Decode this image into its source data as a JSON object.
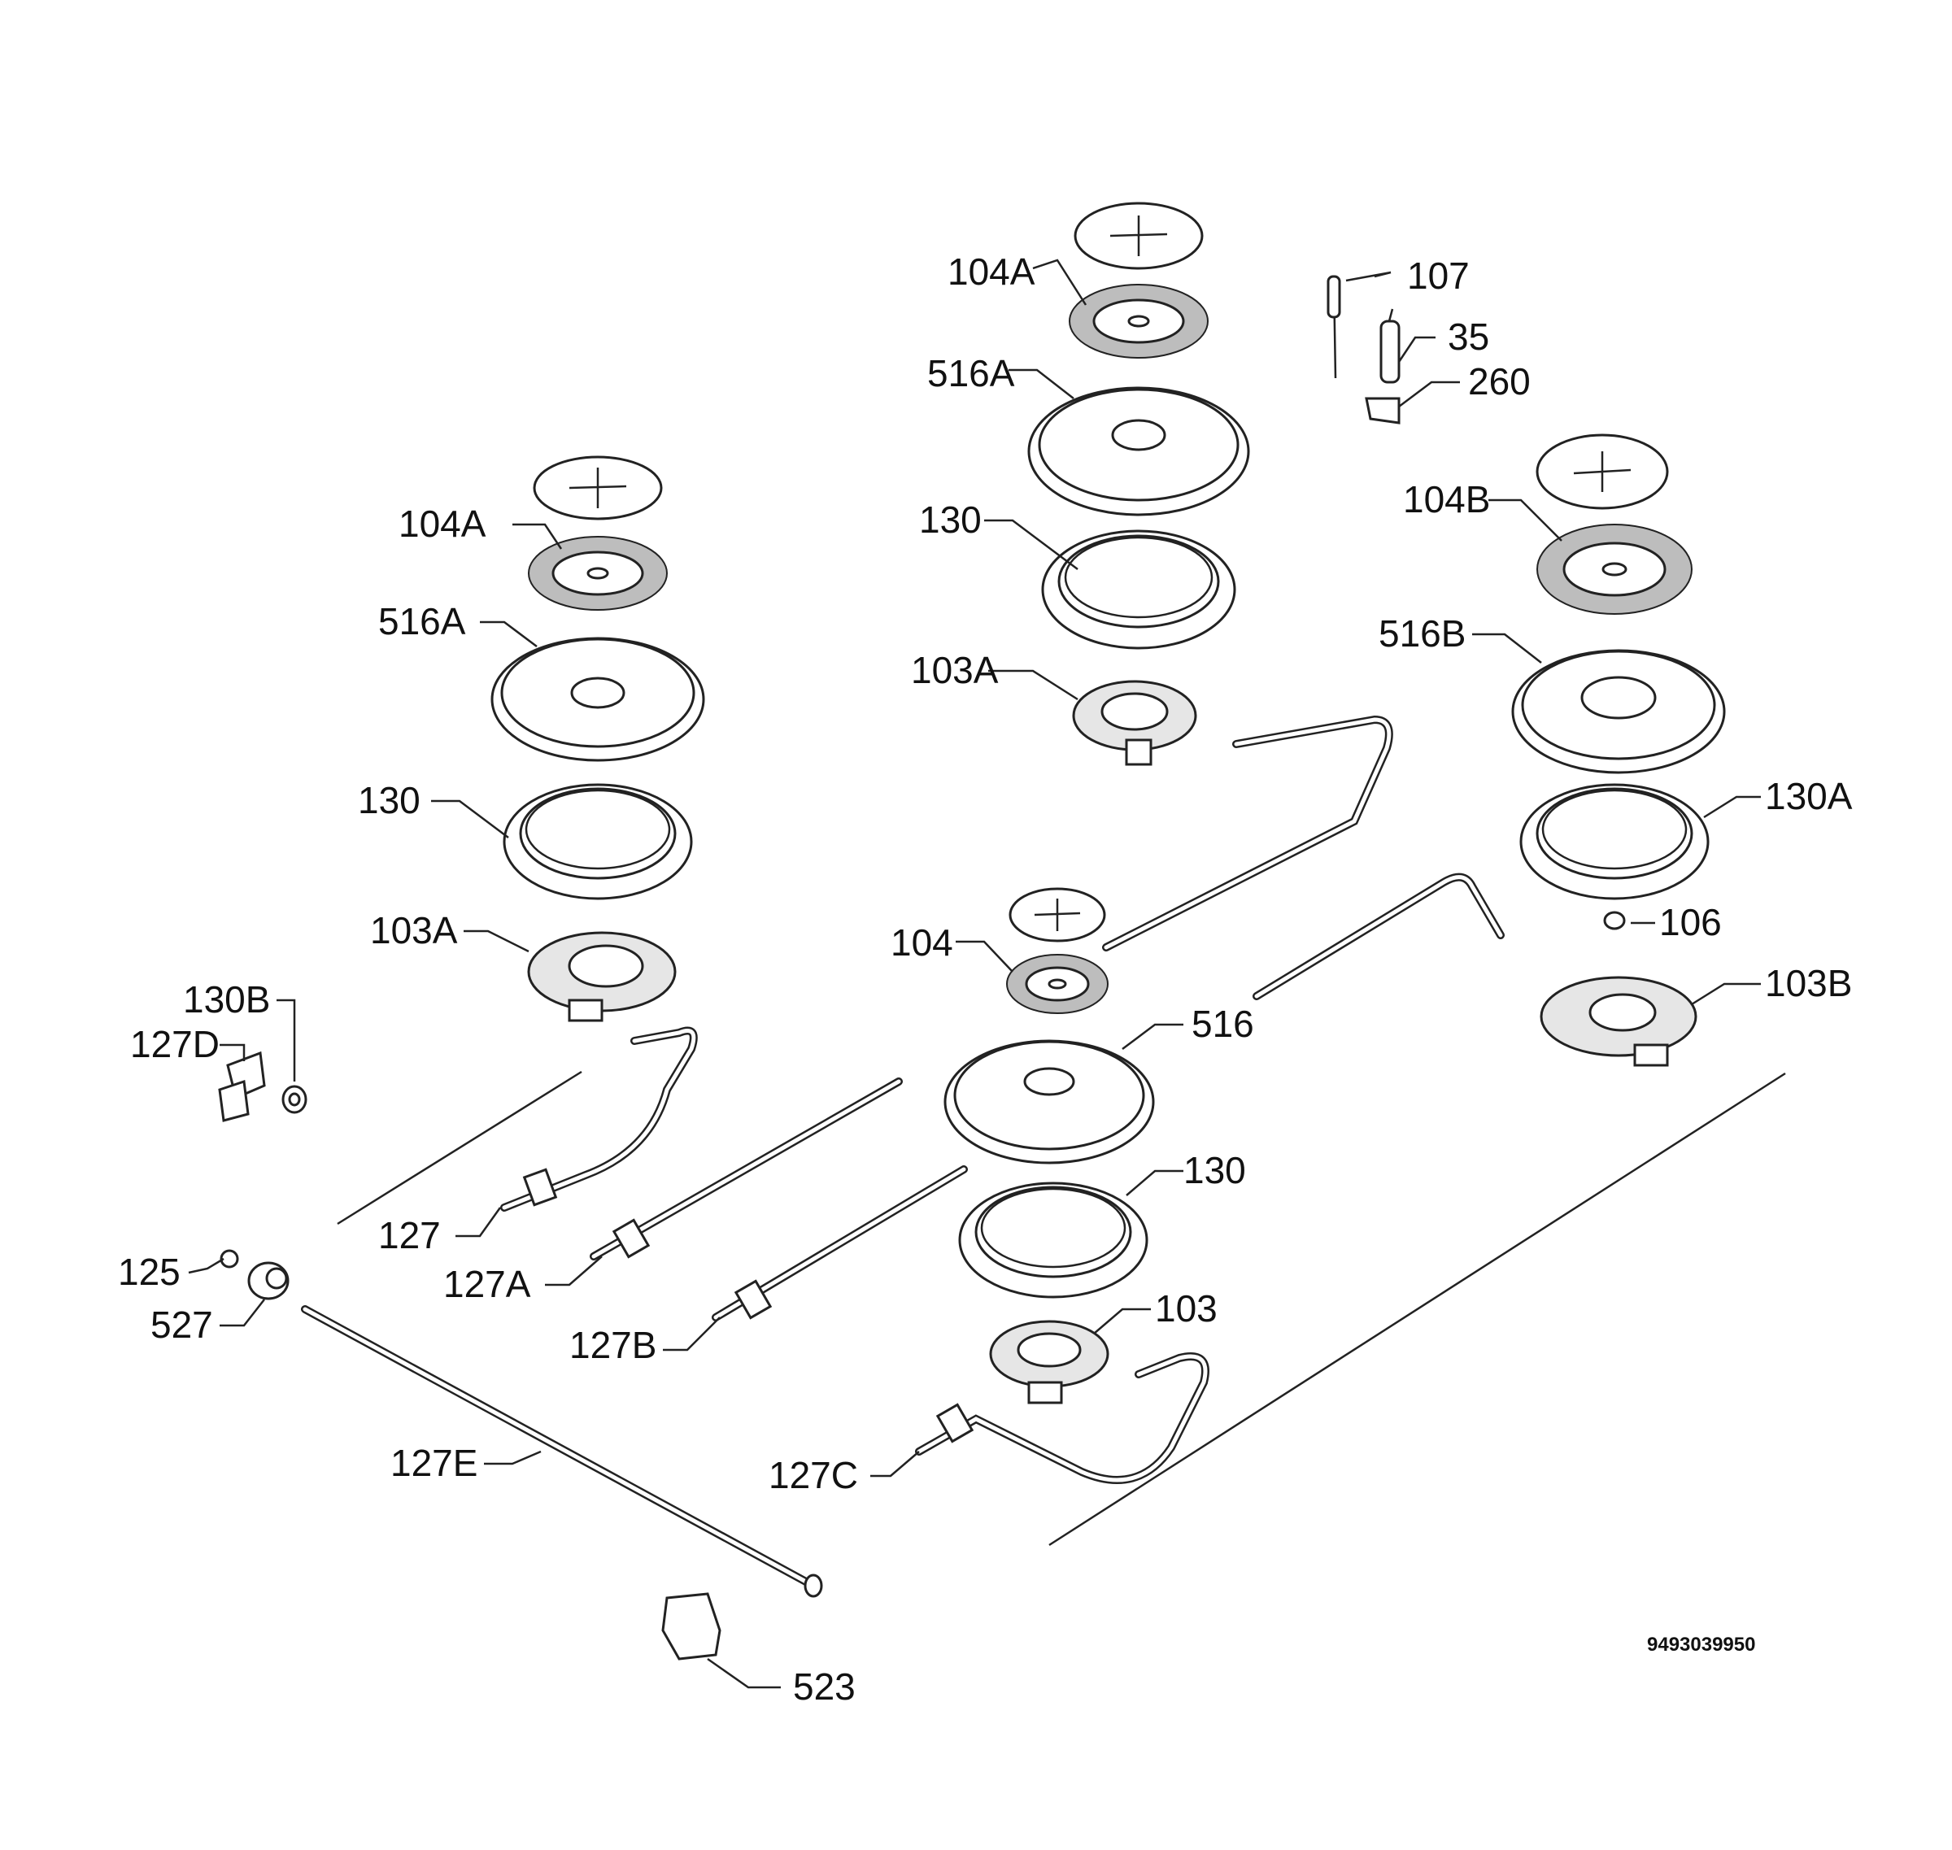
{
  "callouts": [
    {
      "id": "c1",
      "text": "104A"
    },
    {
      "id": "c2",
      "text": "516A"
    },
    {
      "id": "c3",
      "text": "130"
    },
    {
      "id": "c4",
      "text": "103A"
    },
    {
      "id": "c5",
      "text": "104A"
    },
    {
      "id": "c6",
      "text": "516A"
    },
    {
      "id": "c7",
      "text": "130"
    },
    {
      "id": "c8",
      "text": "103A"
    },
    {
      "id": "c9",
      "text": "107"
    },
    {
      "id": "c10",
      "text": "35"
    },
    {
      "id": "c11",
      "text": "260"
    },
    {
      "id": "c12",
      "text": "104B"
    },
    {
      "id": "c13",
      "text": "516B"
    },
    {
      "id": "c14",
      "text": "130A"
    },
    {
      "id": "c15",
      "text": "106"
    },
    {
      "id": "c16",
      "text": "103B"
    },
    {
      "id": "c17",
      "text": "104"
    },
    {
      "id": "c18",
      "text": "516"
    },
    {
      "id": "c19",
      "text": "130"
    },
    {
      "id": "c20",
      "text": "103"
    },
    {
      "id": "c21",
      "text": "130B"
    },
    {
      "id": "c22",
      "text": "127D"
    },
    {
      "id": "c23",
      "text": "127"
    },
    {
      "id": "c24",
      "text": "127A"
    },
    {
      "id": "c25",
      "text": "127B"
    },
    {
      "id": "c26",
      "text": "127C"
    },
    {
      "id": "c27",
      "text": "125"
    },
    {
      "id": "c28",
      "text": "527"
    },
    {
      "id": "c29",
      "text": "127E"
    },
    {
      "id": "c30",
      "text": "523"
    }
  ],
  "drawing_code": "9493039950"
}
